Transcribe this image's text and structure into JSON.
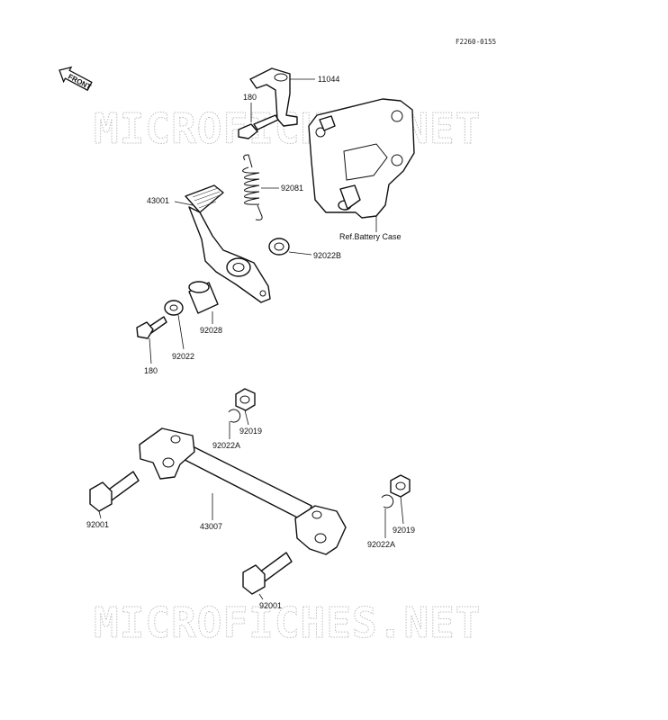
{
  "diagram_code": "F2260-0155",
  "front_label": "FRONT",
  "watermark": "MICROFICHES.NET",
  "labels": {
    "p11044": "11044",
    "p180_top": "180",
    "p92081": "92081",
    "p43001": "43001",
    "ref_battery": "Ref.Battery Case",
    "p92022B": "92022B",
    "p92028": "92028",
    "p92022": "92022",
    "p180_bottom": "180",
    "p92019_top": "92019",
    "p92022A_top": "92022A",
    "p92001_left": "92001",
    "p43007": "43007",
    "p92019_right": "92019",
    "p92022A_right": "92022A",
    "p92001_bottom": "92001"
  }
}
